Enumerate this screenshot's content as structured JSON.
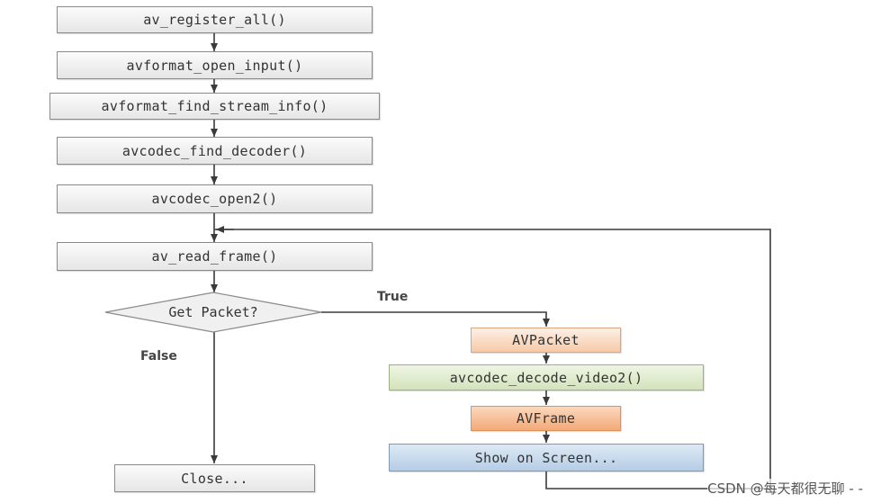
{
  "nodes": {
    "register_all": "av_register_all()",
    "open_input": "avformat_open_input()",
    "find_stream_info": "avformat_find_stream_info()",
    "find_decoder": "avcodec_find_decoder()",
    "open2": "avcodec_open2()",
    "read_frame": "av_read_frame()",
    "get_packet": "Get Packet?",
    "close": "Close...",
    "avpacket": "AVPacket",
    "decode_video2": "avcodec_decode_video2()",
    "avframe": "AVFrame",
    "show_on_screen": "Show on Screen..."
  },
  "edge_labels": {
    "true": "True",
    "false": "False"
  },
  "colors": {
    "line": "#3a3a3a",
    "avpacket": "#f6c9a7",
    "decode": "#d3e3bb",
    "avframe": "#f3a978",
    "show": "#b5cde6"
  },
  "watermark": "CSDN @每天都很无聊 - -"
}
